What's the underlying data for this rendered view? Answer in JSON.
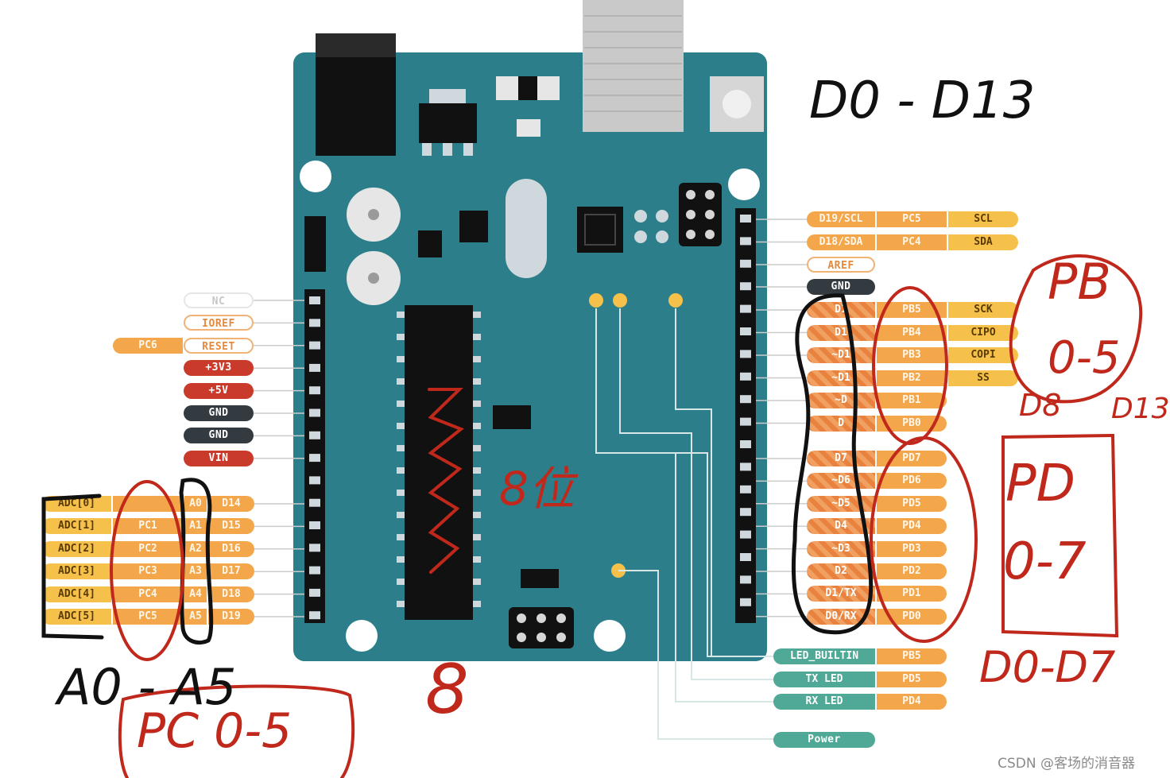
{
  "right_top_pins": [
    {
      "d": "D19/SCL",
      "p": "PC5",
      "f": "SCL"
    },
    {
      "d": "D18/SDA",
      "p": "PC4",
      "f": "SDA"
    }
  ],
  "aref": "AREF",
  "gnd": "GND",
  "pb_pins": [
    {
      "d": "D1",
      "p": "PB5",
      "f": "SCK"
    },
    {
      "d": "D1",
      "p": "PB4",
      "f": "CIPO"
    },
    {
      "d": "~D1",
      "p": "PB3",
      "f": "COPI"
    },
    {
      "d": "~D1",
      "p": "PB2",
      "f": "SS"
    },
    {
      "d": "~D",
      "p": "PB1",
      "f": ""
    },
    {
      "d": "D",
      "p": "PB0",
      "f": ""
    }
  ],
  "pd_pins": [
    {
      "d": "D7",
      "p": "PD7"
    },
    {
      "d": "~D6",
      "p": "PD6"
    },
    {
      "d": "~D5",
      "p": "PD5"
    },
    {
      "d": "D4",
      "p": "PD4"
    },
    {
      "d": "~D3",
      "p": "PD3"
    },
    {
      "d": "D2",
      "p": "PD2"
    },
    {
      "d": "D1/TX",
      "p": "PD1"
    },
    {
      "d": "D0/RX",
      "p": "PD0"
    }
  ],
  "led_pins": [
    {
      "label": "LED_BUILTIN",
      "p": "PB5"
    },
    {
      "label": "TX LED",
      "p": "PD5"
    },
    {
      "label": "RX LED",
      "p": "PD4"
    }
  ],
  "power_label": "Power",
  "power_pins": [
    {
      "label": "NC",
      "style": "outline-gray",
      "extra": ""
    },
    {
      "label": "IOREF",
      "style": "outline",
      "extra": ""
    },
    {
      "label": "RESET",
      "style": "outline",
      "extra": "PC6"
    },
    {
      "label": "+3V3",
      "style": "red",
      "extra": ""
    },
    {
      "label": "+5V",
      "style": "red",
      "extra": ""
    },
    {
      "label": "GND",
      "style": "dark",
      "extra": ""
    },
    {
      "label": "GND",
      "style": "dark",
      "extra": ""
    },
    {
      "label": "VIN",
      "style": "red",
      "extra": ""
    }
  ],
  "analog_pins": [
    {
      "adc": "ADC[0]",
      "pc": "",
      "a": "A0",
      "d": "D14"
    },
    {
      "adc": "ADC[1]",
      "pc": "PC1",
      "a": "A1",
      "d": "D15"
    },
    {
      "adc": "ADC[2]",
      "pc": "PC2",
      "a": "A2",
      "d": "D16"
    },
    {
      "adc": "ADC[3]",
      "pc": "PC3",
      "a": "A3",
      "d": "D17"
    },
    {
      "adc": "ADC[4]",
      "pc": "PC4",
      "a": "A4",
      "d": "D18"
    },
    {
      "adc": "ADC[5]",
      "pc": "PC5",
      "a": "A5",
      "d": "D19"
    }
  ],
  "handwritten": {
    "d0_d13": "D0 - D13",
    "pb": "PB",
    "pb_range": "0-5",
    "d8": "D8",
    "d13": "D13",
    "pd": "PD",
    "pd_range": "0-7",
    "d0_d7": "D0-D7",
    "a0_a5": "A0 - A5",
    "pc_range": "PC 0-5",
    "eight": "8",
    "bits": "8位"
  },
  "colors": {
    "board": "#2c7f8a",
    "board_dark": "#1f6670",
    "orange": "#f3a64a",
    "yellow": "#f6c14b",
    "ink_red": "#c0281c",
    "ink_black": "#111111"
  },
  "watermark": "CSDN @客场的消音器"
}
